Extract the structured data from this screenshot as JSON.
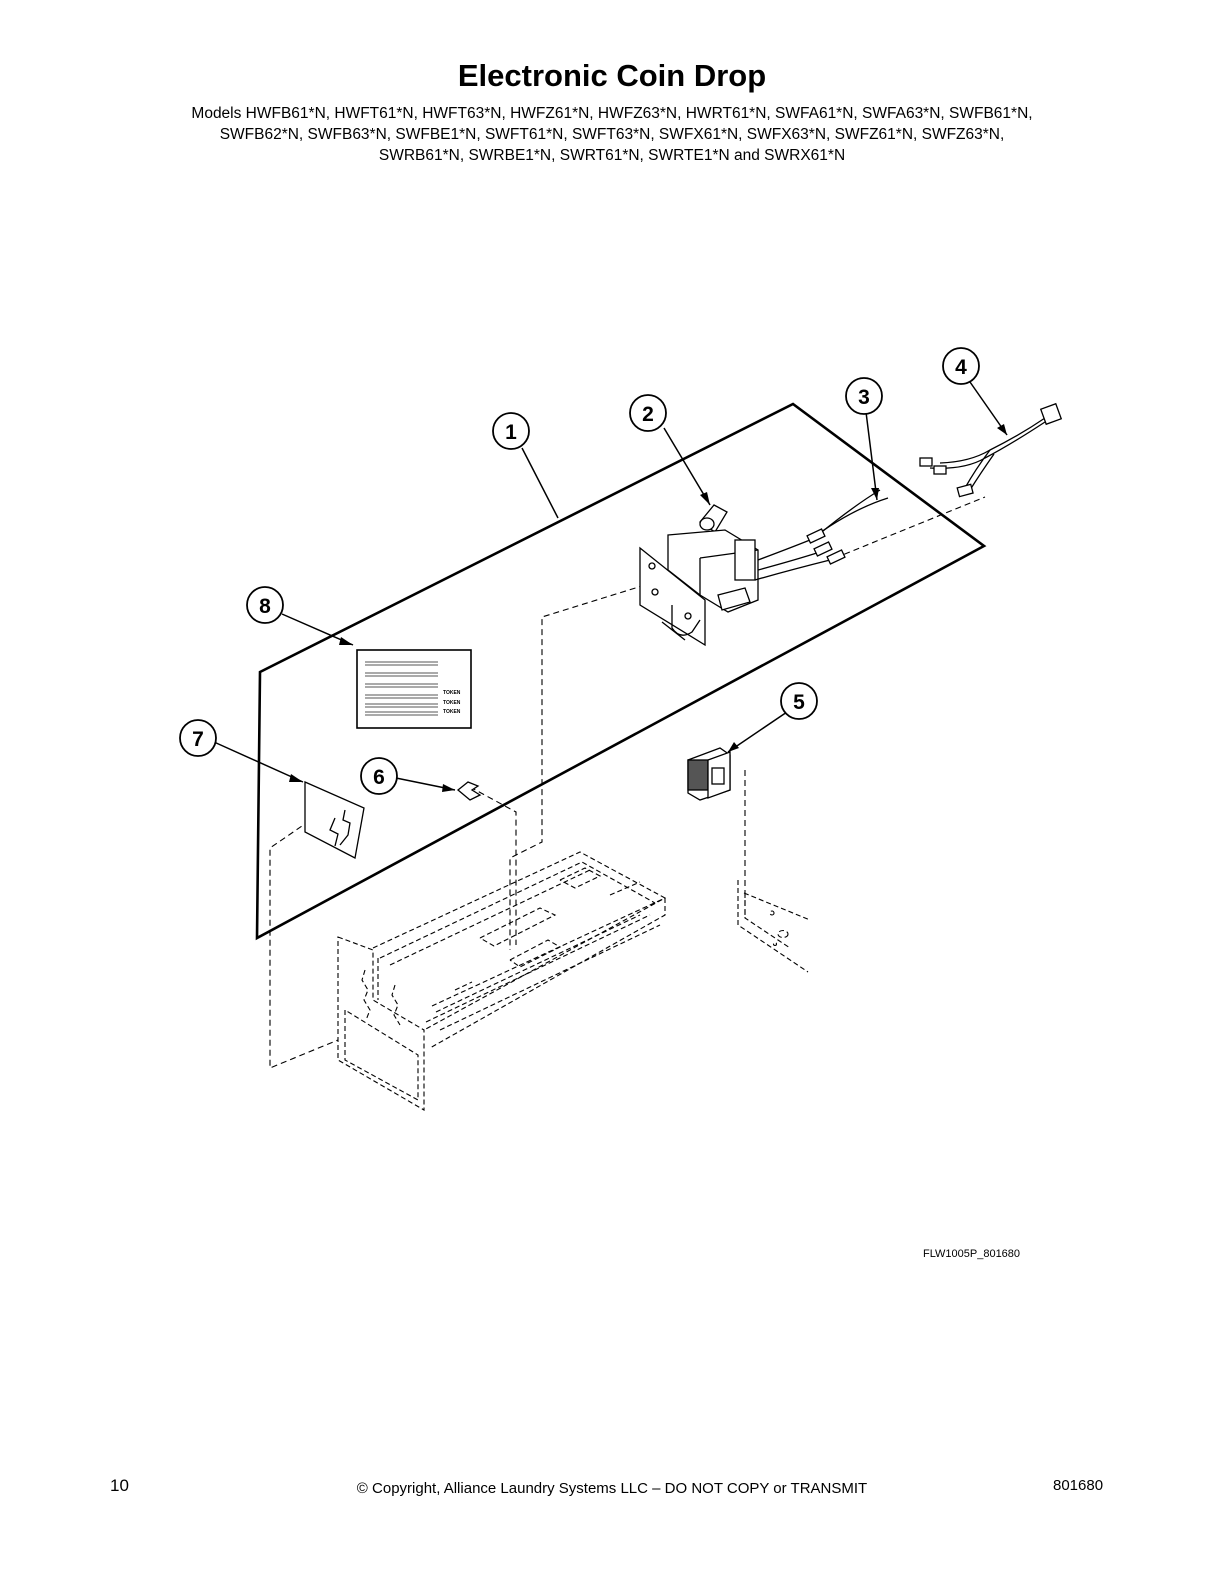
{
  "header": {
    "title": "Electronic Coin Drop",
    "models": [
      "Models HWFB61*N, HWFT61*N, HWFT63*N, HWFZ61*N, HWFZ63*N, HWRT61*N, SWFA61*N, SWFA63*N, SWFB61*N,",
      "SWFB62*N, SWFB63*N, SWFBE1*N, SWFT61*N, SWFT63*N, SWFX61*N, SWFX63*N, SWFZ61*N, SWFZ63*N,",
      "SWRB61*N, SWRBE1*N, SWRT61*N, SWRTE1*N and SWRX61*N"
    ]
  },
  "diagram": {
    "callouts": [
      "1",
      "2",
      "3",
      "4",
      "5",
      "6",
      "7",
      "8"
    ],
    "decal_token_label": "TOKEN",
    "figure_code": "FLW1005P_801680"
  },
  "footer": {
    "page_number": "10",
    "copyright": "© Copyright, Alliance Laundry Systems LLC – DO NOT COPY or TRANSMIT",
    "document_number": "801680"
  }
}
